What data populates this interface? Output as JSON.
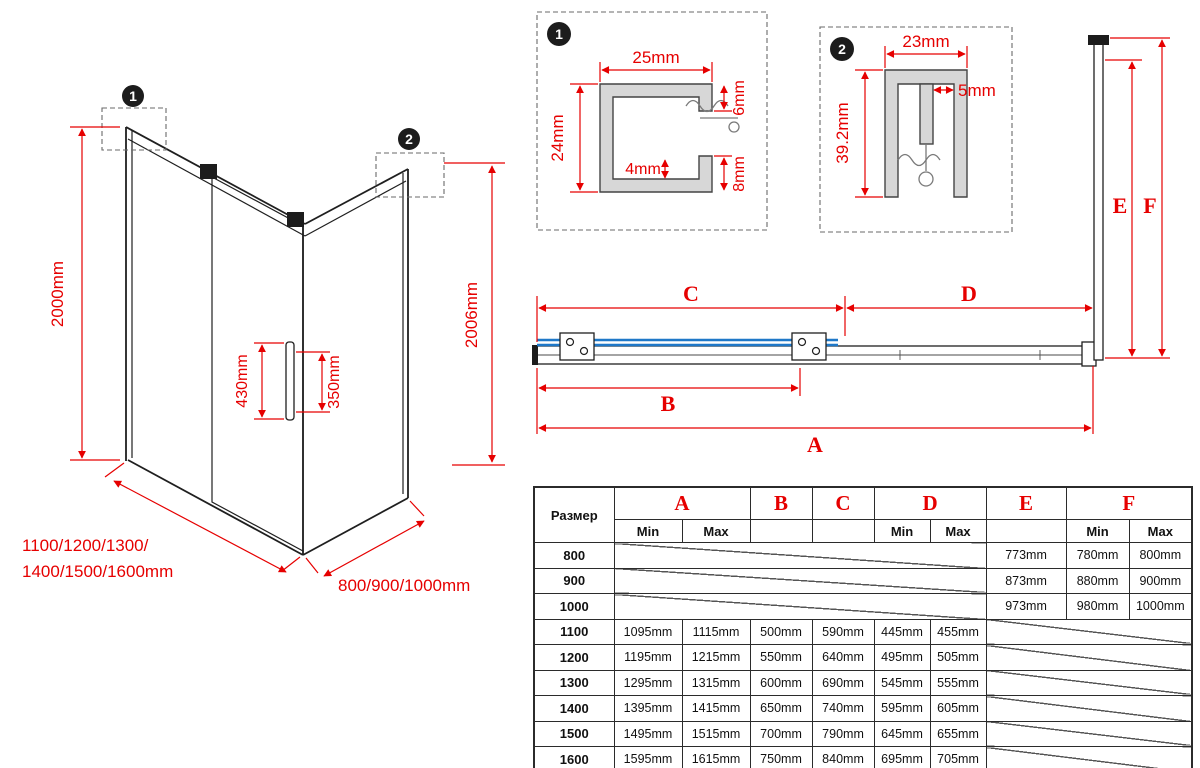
{
  "colors": {
    "dimension_red": "#e60000",
    "glass_blue": "#1f78c8",
    "profile_gray": "#d7d7d7",
    "line_black": "#1f1f1f"
  },
  "iso": {
    "marker1": "1",
    "marker2": "2",
    "dim_height": "2000mm",
    "dim_handle_length": "430mm",
    "dim_handle_spacing": "350mm",
    "dim_width_line1": "1100/1200/1300/",
    "dim_width_line2": "1400/1500/1600mm",
    "dim_depth": "800/900/1000mm",
    "dim_total_height": "2006mm"
  },
  "detail1": {
    "marker": "1",
    "dim_width": "25mm",
    "dim_height": "24mm",
    "dim_top_lip": "6mm",
    "dim_bottom_lip": "8mm",
    "dim_slot": "4mm"
  },
  "detail2": {
    "marker": "2",
    "dim_width": "23mm",
    "dim_tab": "5mm",
    "dim_height": "39.2mm"
  },
  "plan": {
    "label_a": "A",
    "label_b": "B",
    "label_c": "C",
    "label_d": "D",
    "label_e": "E",
    "label_f": "F"
  },
  "table": {
    "size_header": "Размер",
    "col_a": "A",
    "col_b": "B",
    "col_c": "C",
    "col_d": "D",
    "col_e": "E",
    "col_f": "F",
    "min": "Min",
    "max": "Max",
    "rows": [
      {
        "size": "800",
        "e": "773mm",
        "f_min": "780mm",
        "f_max": "800mm"
      },
      {
        "size": "900",
        "e": "873mm",
        "f_min": "880mm",
        "f_max": "900mm"
      },
      {
        "size": "1000",
        "e": "973mm",
        "f_min": "980mm",
        "f_max": "1000mm"
      },
      {
        "size": "1100",
        "a_min": "1095mm",
        "a_max": "1115mm",
        "b": "500mm",
        "c": "590mm",
        "d_min": "445mm",
        "d_max": "455mm"
      },
      {
        "size": "1200",
        "a_min": "1195mm",
        "a_max": "1215mm",
        "b": "550mm",
        "c": "640mm",
        "d_min": "495mm",
        "d_max": "505mm"
      },
      {
        "size": "1300",
        "a_min": "1295mm",
        "a_max": "1315mm",
        "b": "600mm",
        "c": "690mm",
        "d_min": "545mm",
        "d_max": "555mm"
      },
      {
        "size": "1400",
        "a_min": "1395mm",
        "a_max": "1415mm",
        "b": "650mm",
        "c": "740mm",
        "d_min": "595mm",
        "d_max": "605mm"
      },
      {
        "size": "1500",
        "a_min": "1495mm",
        "a_max": "1515mm",
        "b": "700mm",
        "c": "790mm",
        "d_min": "645mm",
        "d_max": "655mm"
      },
      {
        "size": "1600",
        "a_min": "1595mm",
        "a_max": "1615mm",
        "b": "750mm",
        "c": "840mm",
        "d_min": "695mm",
        "d_max": "705mm"
      }
    ]
  }
}
